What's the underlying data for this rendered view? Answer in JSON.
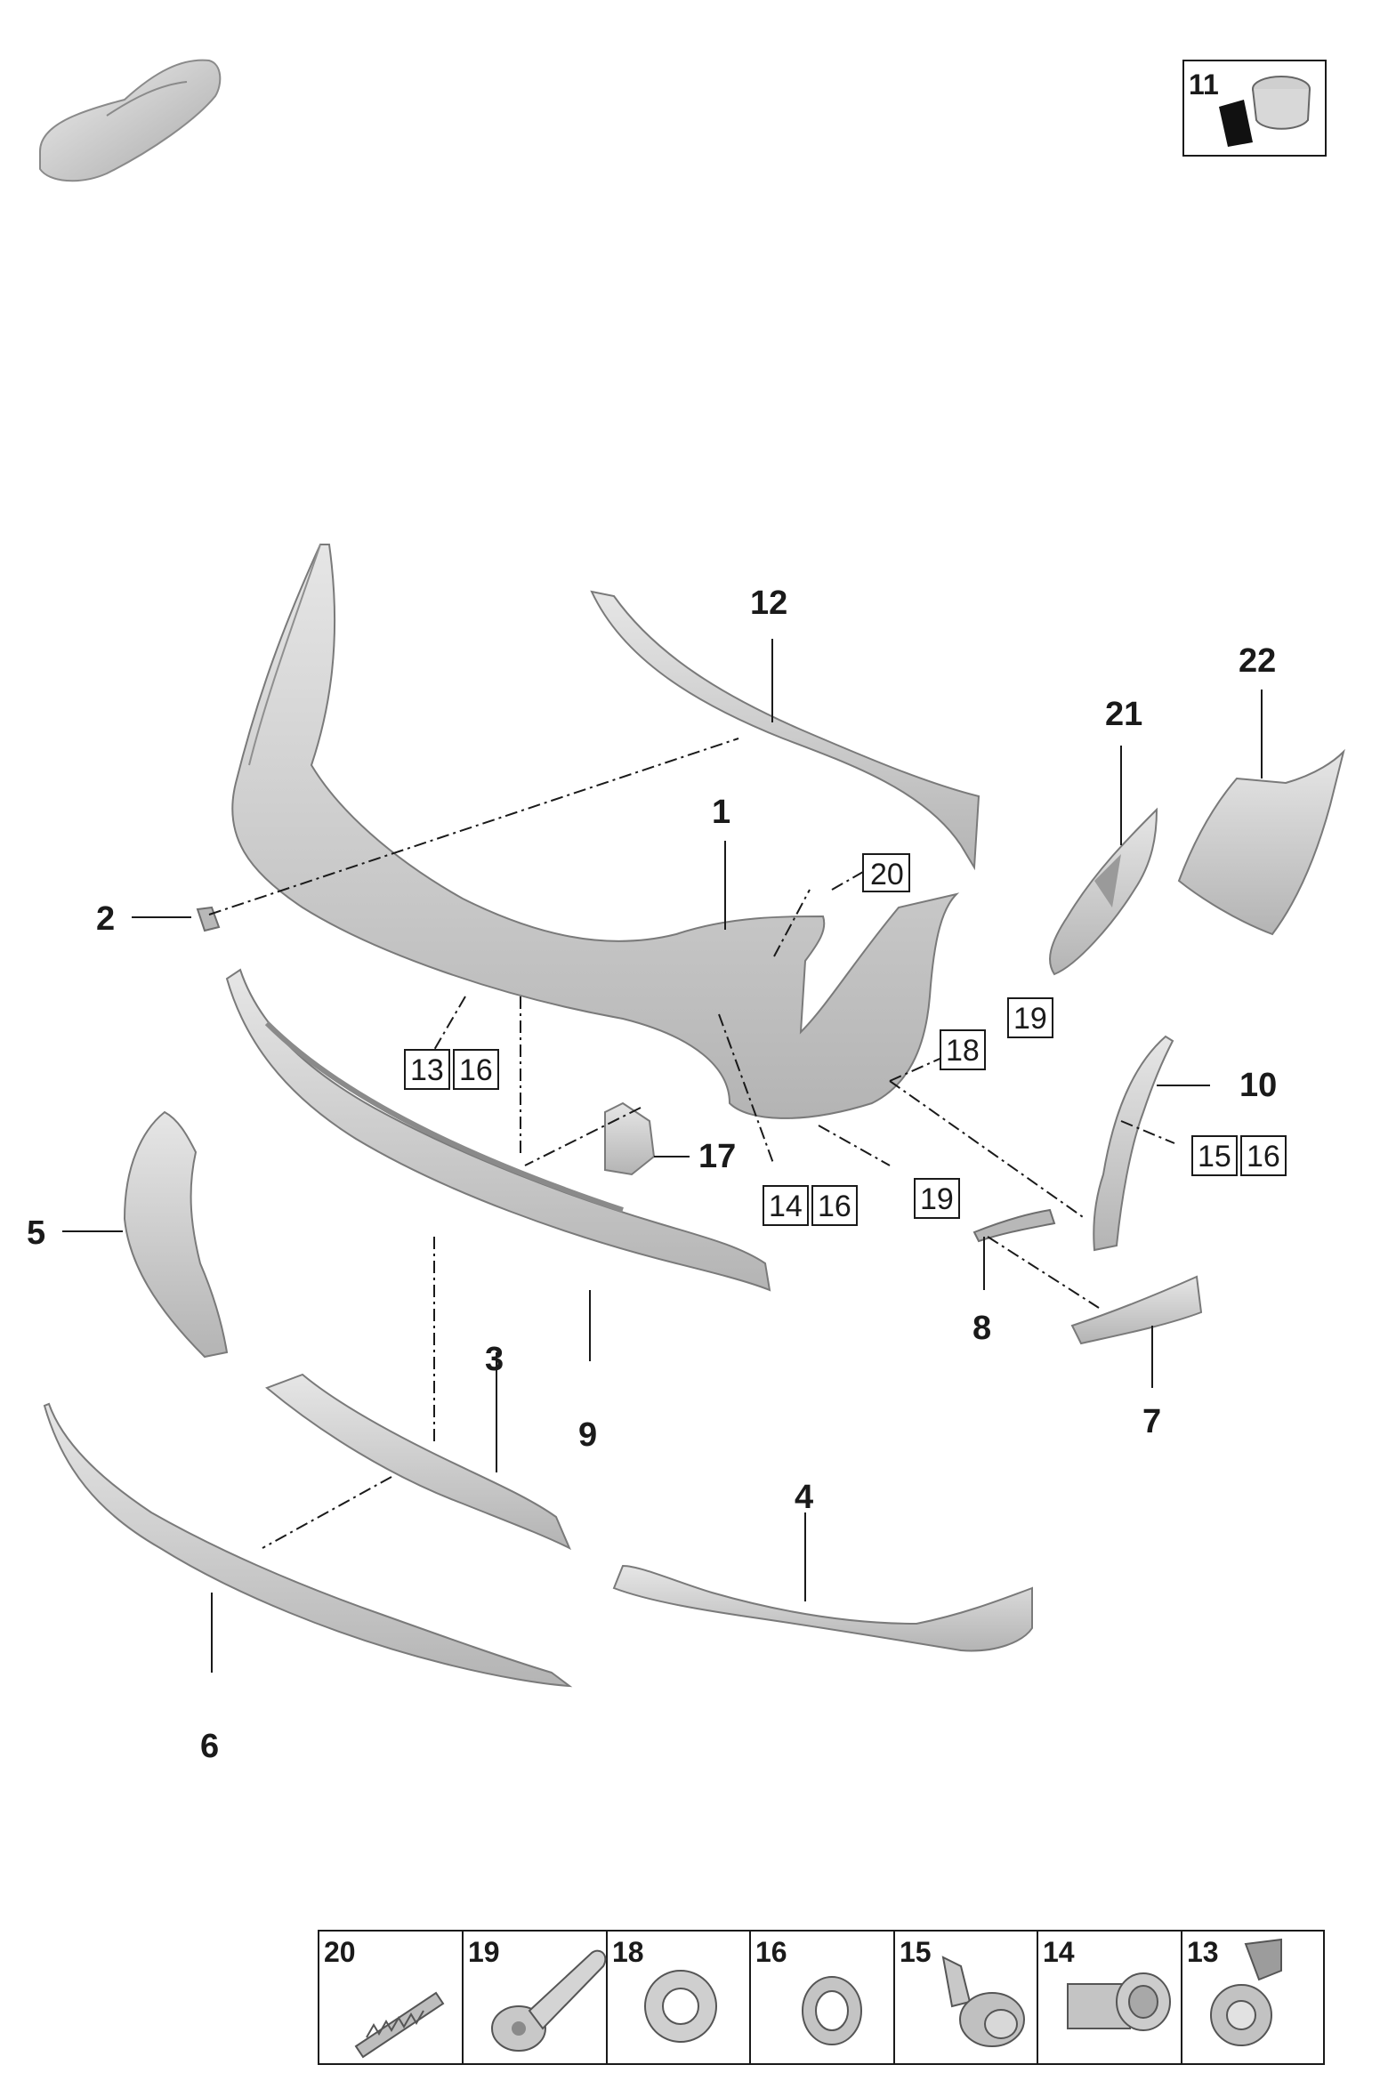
{
  "callouts": {
    "c1": "1",
    "c2": "2",
    "c3": "3",
    "c4": "4",
    "c5": "5",
    "c6": "6",
    "c7": "7",
    "c8": "8",
    "c9": "9",
    "c10": "10",
    "c12": "12",
    "c17": "17",
    "c21": "21",
    "c22": "22"
  },
  "boxed_refs": {
    "r20": "20",
    "r13": "13",
    "r16a": "16",
    "r19a": "19",
    "r18": "18",
    "r15": "15",
    "r16b": "16",
    "r14": "14",
    "r16c": "16",
    "r19b": "19"
  },
  "inset": {
    "label": "11"
  },
  "legend": [
    {
      "num": "20",
      "icon": "clip-strip-icon"
    },
    {
      "num": "19",
      "icon": "screw-icon"
    },
    {
      "num": "18",
      "icon": "retaining-ring-icon"
    },
    {
      "num": "16",
      "icon": "ring-seal-icon"
    },
    {
      "num": "15",
      "icon": "sensor-icon"
    },
    {
      "num": "14",
      "icon": "sensor-holder-icon"
    },
    {
      "num": "13",
      "icon": "sensor-bracket-icon"
    }
  ]
}
